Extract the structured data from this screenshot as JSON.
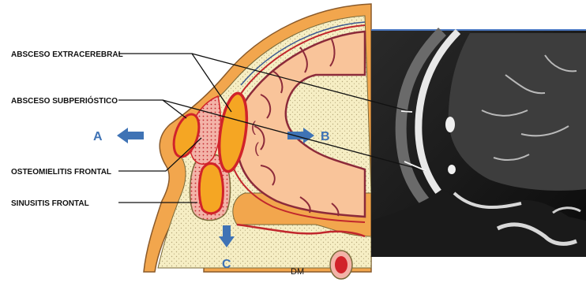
{
  "labels": {
    "extracerebral": "ABSCESO EXTRACEREBRAL",
    "subperiosteal": "ABSCESO SUBPERIÓSTICO",
    "osteomyelitis": "OSTEOMIELITIS FRONTAL",
    "sinusitis": "SINUSITIS FRONTAL"
  },
  "arrows": {
    "a": "A",
    "b": "B",
    "c": "C"
  },
  "credit": "DM",
  "colors": {
    "arrow": "#3f73b5",
    "skin": "#f2a64d",
    "bone": "#f6eec4",
    "brain": "#f9c49a",
    "abscess_fill": "#f5a623",
    "abscess_rim": "#d1232a",
    "dura": "#6b2a3f"
  }
}
